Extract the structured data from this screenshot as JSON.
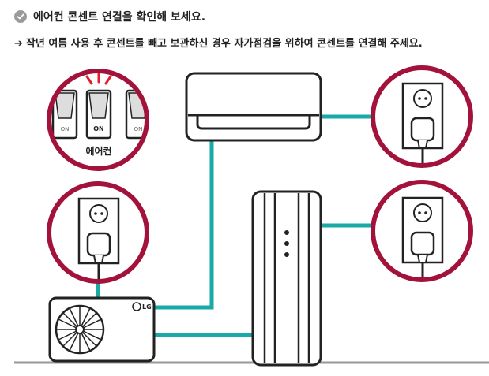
{
  "heading": {
    "icon": "check-circle-icon",
    "text": "에어컨 콘센트 연결을 확인해 보세요."
  },
  "instruction": {
    "arrow": "➔",
    "text": "작년 여름 사용 후 콘센트를 빼고 보관하신 경우 자가점검을 위하여 콘센트를 연결해 주세요."
  },
  "illustration": {
    "switch_on_label": "ON",
    "aircon_label": "에어컨",
    "outdoor_brand": "LG",
    "colors": {
      "ring": "#a3123a",
      "cable": "#19a9a6",
      "outline": "#222222",
      "ground": "#999999",
      "alert": "#e0202a"
    }
  }
}
